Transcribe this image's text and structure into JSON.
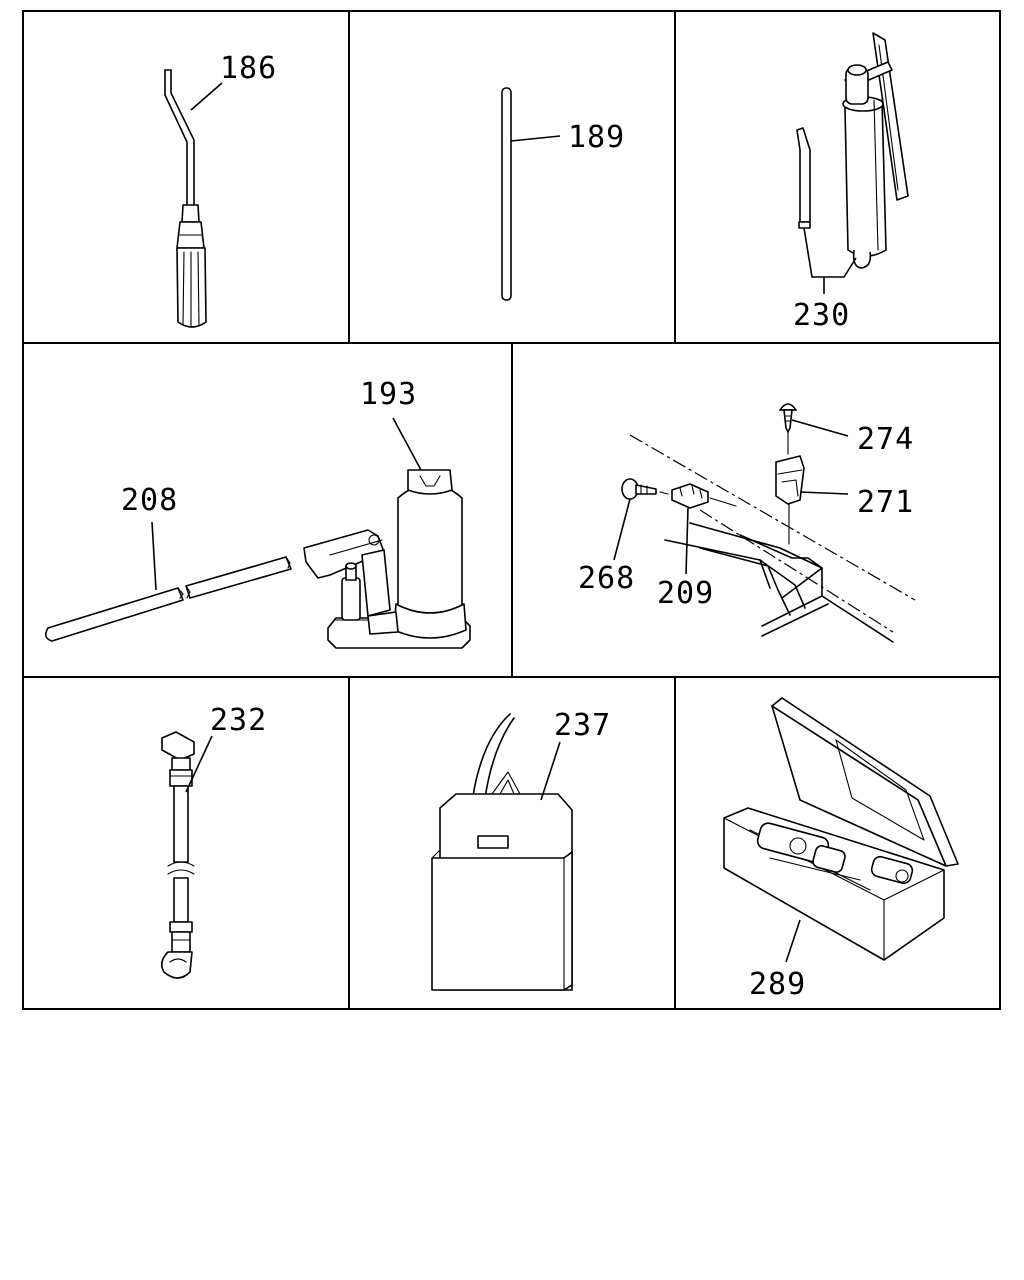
{
  "parts": {
    "p186": "186",
    "p189": "189",
    "p230": "230",
    "p193": "193",
    "p208": "208",
    "p274": "274",
    "p271": "271",
    "p268": "268",
    "p209": "209",
    "p232": "232",
    "p237": "237",
    "p289": "289"
  }
}
